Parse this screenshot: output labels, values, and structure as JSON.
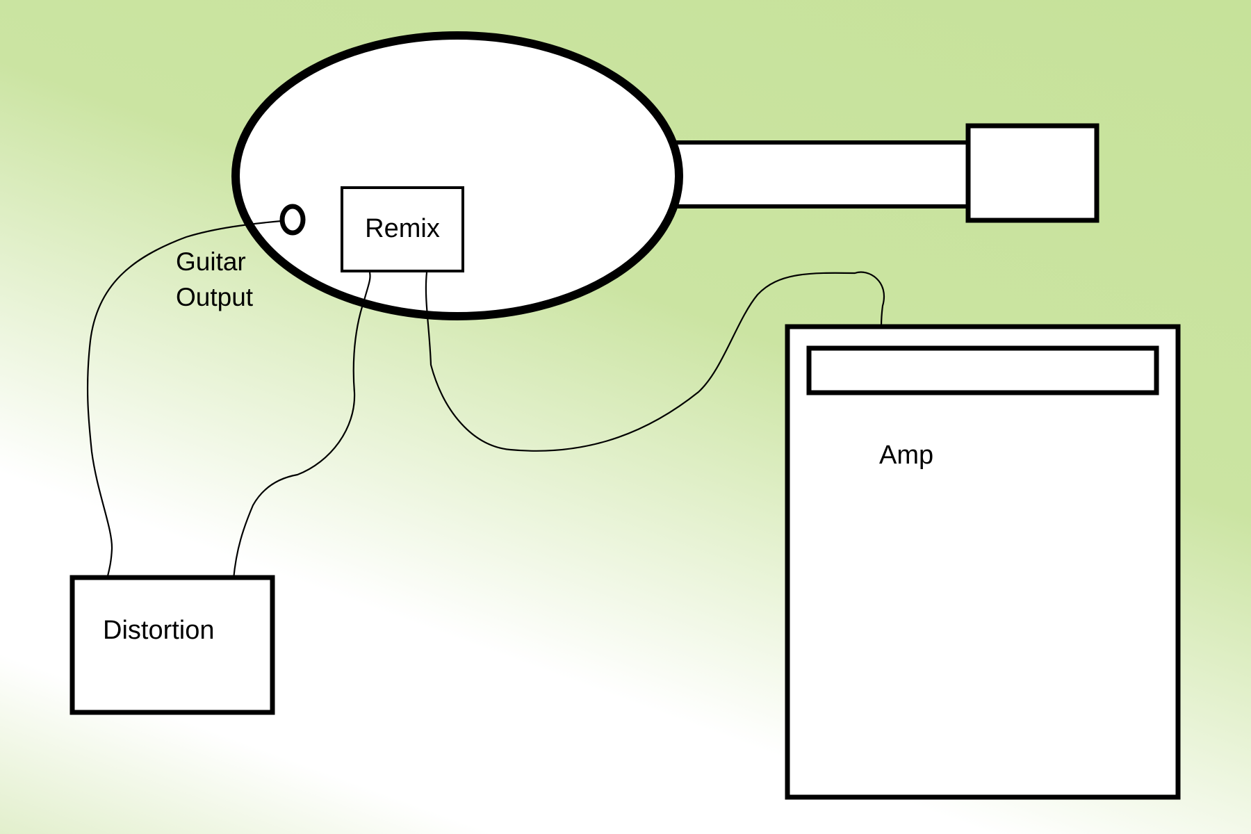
{
  "diagram": {
    "labels": {
      "remix": "Remix",
      "guitar_output_line1": "Guitar",
      "guitar_output_line2": "Output",
      "amp": "Amp",
      "distortion": "Distortion"
    }
  }
}
